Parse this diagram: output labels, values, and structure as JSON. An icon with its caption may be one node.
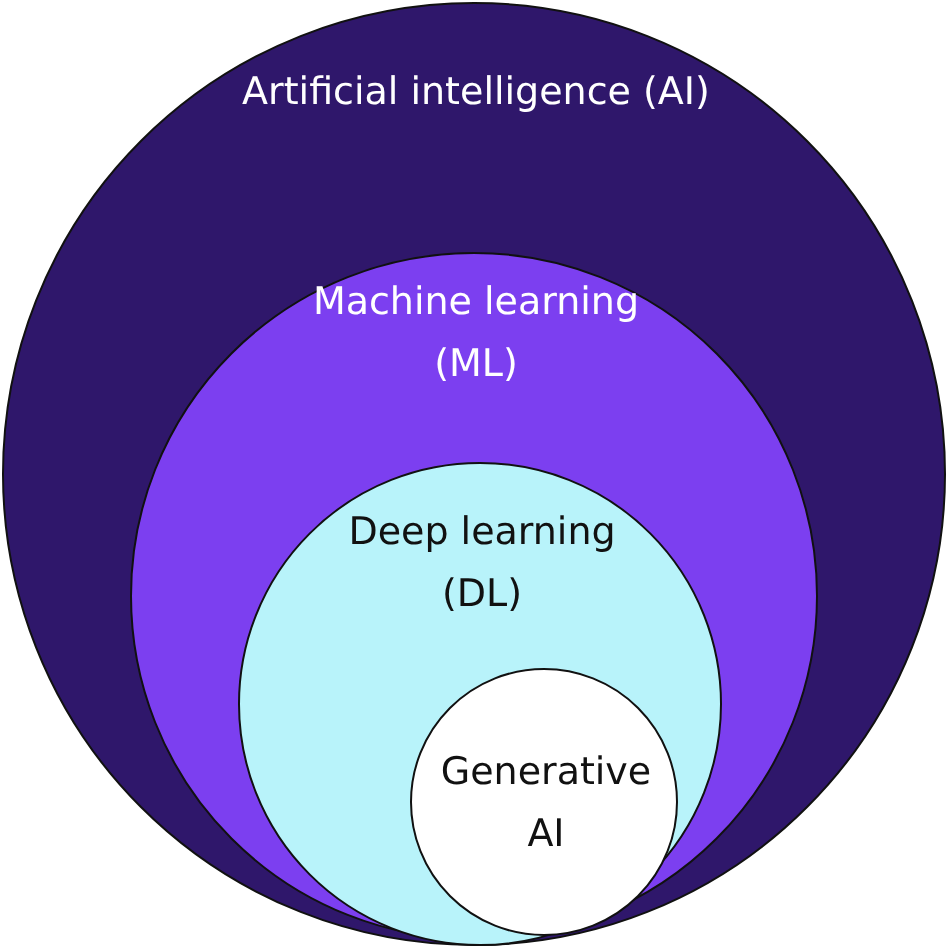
{
  "diagram": {
    "nodes": [
      {
        "text": [
          "Artificial intelligence (AI)"
        ]
      },
      {
        "text": [
          "Machine learning (ML)"
        ],
        "in": 0
      },
      {
        "text": [
          "Deep learning (DL)"
        ],
        "in": 1
      },
      {
        "text": [
          "Generative AI"
        ],
        "in": 2
      }
    ]
  }
}
